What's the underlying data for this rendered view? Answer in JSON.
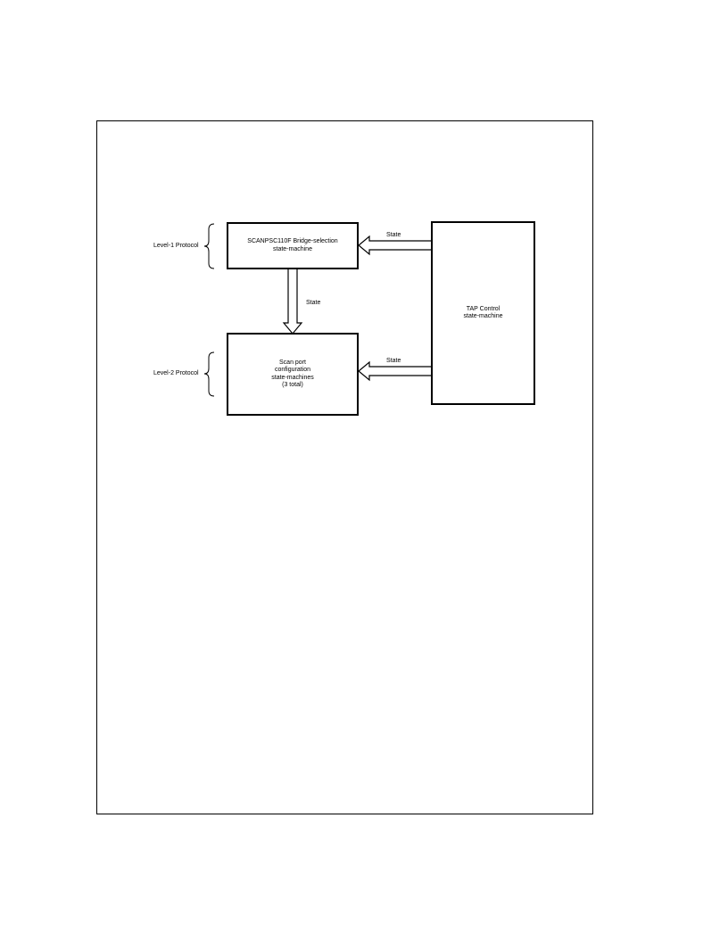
{
  "diagram": {
    "level1_label": "Level-1  Protocol",
    "level2_label": "Level-2  Protocol",
    "bridge_box": {
      "line1": "SCANPSC110F  Bridge-selection",
      "line2": "state-machine"
    },
    "scan_box": {
      "line1": "Scan  port",
      "line2": "configuration",
      "line3": "state-machines",
      "line4": "(3  total)"
    },
    "tap_box": {
      "line1": "TAP  Control",
      "line2": "state-machine"
    },
    "arrow_labels": {
      "tap_to_bridge": "State",
      "bridge_to_scan": "State",
      "tap_to_scan": "State"
    }
  }
}
